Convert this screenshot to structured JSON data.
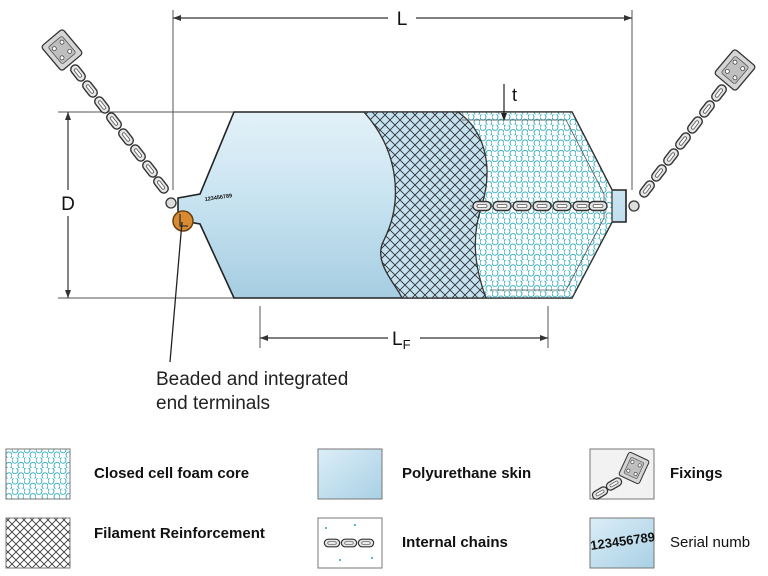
{
  "dimensions": {
    "overall_length": "L",
    "diameter": "D",
    "fender_length": "LF",
    "skin_thickness": "t"
  },
  "serial_on_body": "123456789",
  "callout": {
    "line1": "Beaded and integrated",
    "line2": "end terminals"
  },
  "legend": [
    {
      "label": "Closed cell foam core",
      "icon": "foam-core-swatch"
    },
    {
      "label": "Polyurethane skin",
      "icon": "skin-swatch"
    },
    {
      "label": "Fixings",
      "icon": "fixings-swatch"
    },
    {
      "label": "Filament Reinforcement",
      "icon": "filament-swatch"
    },
    {
      "label": "Internal chains",
      "icon": "chain-swatch"
    },
    {
      "label": "Serial numb",
      "icon": "serial-swatch",
      "swatch_text": "123456789"
    }
  ],
  "colors": {
    "skin": "#c5e2f0",
    "skin_dark": "#a8cfe3",
    "foam_pattern": "#2aa6b8",
    "terminal": "#d98b32",
    "outline": "#222222"
  }
}
